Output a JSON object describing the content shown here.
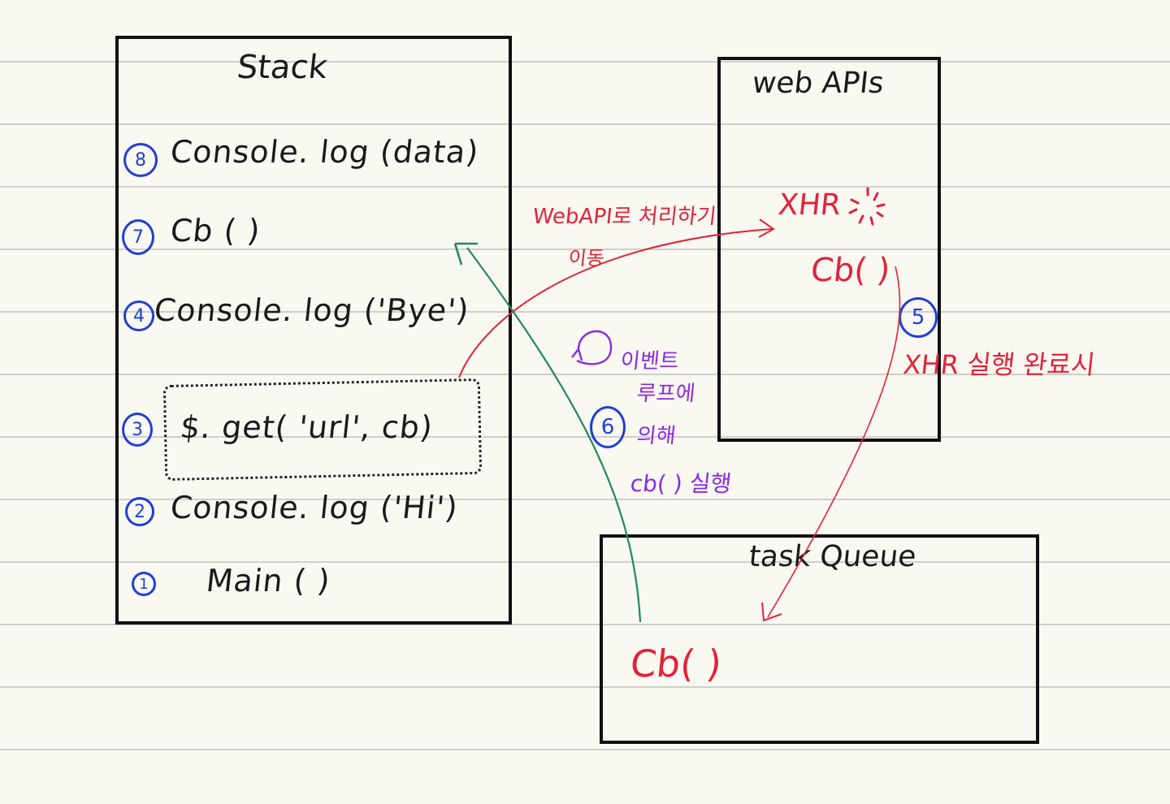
{
  "stack": {
    "title": "Stack",
    "items": [
      {
        "num": "8",
        "label": "Console. log (data)"
      },
      {
        "num": "7",
        "label": "Cb ( )"
      },
      {
        "num": "4",
        "label": "Console. log ('Bye')"
      },
      {
        "num": "3",
        "label": "$. get( 'url', cb)"
      },
      {
        "num": "2",
        "label": "Console. log ('Hi')"
      },
      {
        "num": "1",
        "label": "Main ( )"
      }
    ]
  },
  "web_apis": {
    "title": "web APIs",
    "xhr": "XHR",
    "cb": "Cb( )"
  },
  "task_queue": {
    "title": "task Queue",
    "cb": "Cb( )"
  },
  "annotations": {
    "webapi_move_line1": "WebAPI로 처리하기",
    "webapi_move_line2": "이동",
    "xhr_done_num": "5",
    "xhr_done": "XHR 실행 완료시",
    "event_loop_line1": "이벤트",
    "event_loop_line2": "루프에",
    "event_loop_num": "6",
    "event_loop_line3": "의해",
    "event_loop_line4": "cb( ) 실행"
  },
  "colors": {
    "ink": "#1a1a1a",
    "red": "#e2233a",
    "green": "#1f8a63",
    "purple": "#8a2be2",
    "blue": "#1f3fd6",
    "paper": "#f9f8f1"
  }
}
